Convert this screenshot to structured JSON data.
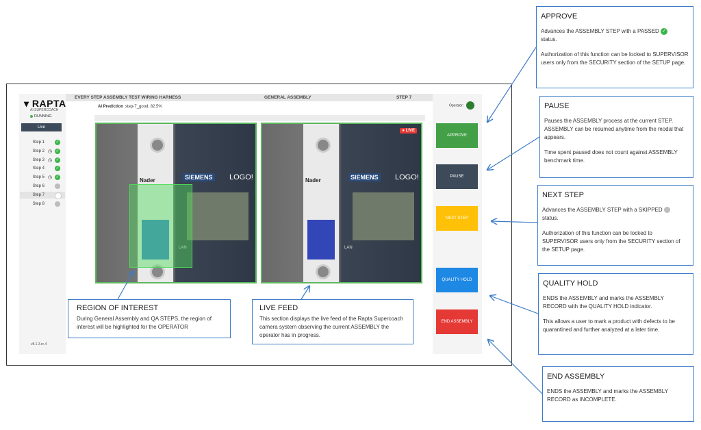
{
  "app": {
    "logo": "RAPTA",
    "logo_sub": "AI SUPERCOACH",
    "status": "RUNNING",
    "live_label": "Live",
    "version": "v8.1.3.rc.4",
    "steps": [
      {
        "label": "Step 1",
        "timed": false,
        "state": "pass"
      },
      {
        "label": "Step 2",
        "timed": true,
        "state": "pass"
      },
      {
        "label": "Step 3",
        "timed": true,
        "state": "pass"
      },
      {
        "label": "Step 4",
        "timed": false,
        "state": "pass"
      },
      {
        "label": "Step 5",
        "timed": true,
        "state": "pass"
      },
      {
        "label": "Step 6",
        "timed": false,
        "state": "pending"
      },
      {
        "label": "Step 7",
        "timed": false,
        "state": "current"
      },
      {
        "label": "Step 8",
        "timed": false,
        "state": "pending"
      }
    ],
    "header": {
      "test_name": "EVERY STEP ASSEMBLY TEST WIRING HARNESS",
      "mode": "GENERAL ASSEMBLY",
      "step": "STEP 7"
    },
    "prediction_label": "AI Prediction",
    "prediction_value": "step-7_good, 82.5%",
    "operator_label": "Operator",
    "live_badge": "LIVE",
    "feed_text": {
      "brand": "Nader",
      "plc_brand": "SIEMENS",
      "plc_logo": "LOGO!",
      "lan": "LAN"
    },
    "buttons": {
      "approve": "APPROVE",
      "pause": "PAUSE",
      "next_step": "NEXT STEP",
      "quality_hold": "QUALITY HOLD",
      "end_assembly": "END ASSEMBLY"
    },
    "colors": {
      "approve": "#43a047",
      "pause": "#3d4a5a",
      "next_step": "#ffc107",
      "quality_hold": "#1e88e5",
      "end_assembly": "#e53935"
    }
  },
  "callouts": {
    "approve": {
      "title": "APPROVE",
      "text1a": "Advances the ASSEMBLY STEP with a PASSED",
      "text1b": "status.",
      "text2": "Authorization of this function can be locked to SUPERVISOR users only from the SECURITY section of the SETUP page."
    },
    "pause": {
      "title": "PAUSE",
      "text1": "Pauses the ASSEMBLY process at the current STEP. ASSEMBLY can be resumed anytime from the modal that appears.",
      "text2": "Time spent paused does not count against ASSEMBLY benchmark time."
    },
    "next_step": {
      "title": "NEXT STEP",
      "text1a": "Advances the ASSEMBLY STEP with a SKIPPED",
      "text1b": "status.",
      "text2": "Authorization of this function can be locked to SUPERVISOR users only from the SECURITY section of the SETUP page."
    },
    "quality_hold": {
      "title": "QUALITY HOLD",
      "text1": "ENDS the ASSEMBLY and marks the ASSEMBLY RECORD with the QUALITY HOLD indicator.",
      "text2": "This allows a user to mark a product with defects to be quarantined and further analyzed at a later time."
    },
    "end_assembly": {
      "title": "END ASSEMBLY",
      "text1": "ENDS the ASSEMBLY and marks the ASSEMBLY RECORD as INCOMPLETE."
    },
    "roi": {
      "title": "REGION OF INTEREST",
      "text1": "During General Assembly and QA STEPS, the region of interest will be highlighted for the OPERATOR"
    },
    "live_feed": {
      "title": "LIVE FEED",
      "text1": "This section displays the live feed of the Rapta Supercoach camera system observing the current ASSEMBLY the operator has in progress."
    }
  }
}
